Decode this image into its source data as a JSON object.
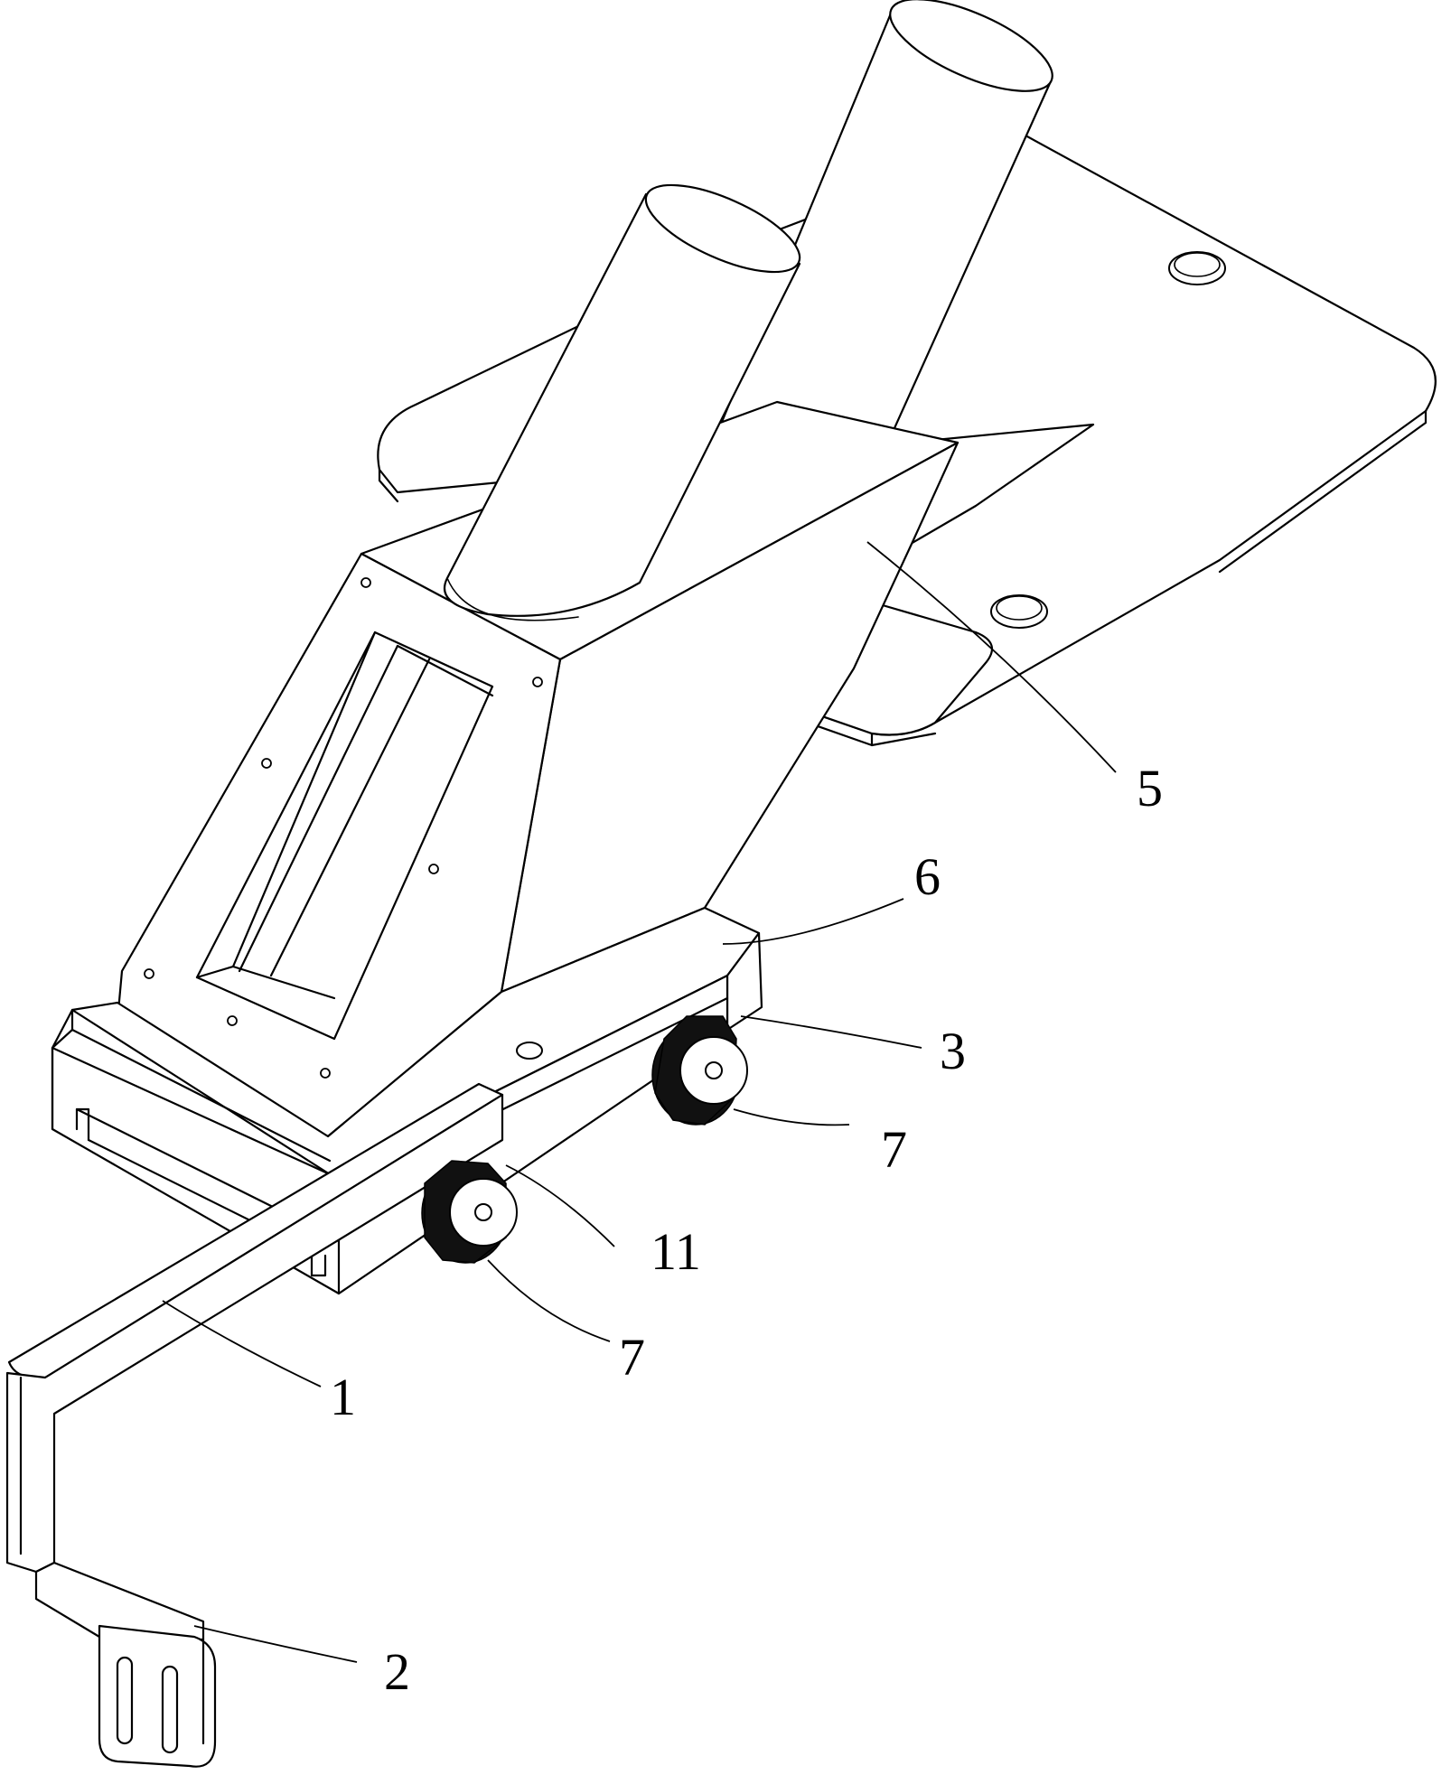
{
  "callouts": [
    {
      "key": "label_5",
      "text": "5"
    },
    {
      "key": "label_6",
      "text": "6"
    },
    {
      "key": "label_3",
      "text": "3"
    },
    {
      "key": "label_7a",
      "text": "7"
    },
    {
      "key": "label_11",
      "text": "11"
    },
    {
      "key": "label_7b",
      "text": "7"
    },
    {
      "key": "label_1",
      "text": "1"
    },
    {
      "key": "label_2",
      "text": "2"
    }
  ],
  "colors": {
    "line": "#000000",
    "background": "#ffffff",
    "gear_fill": "#111111"
  }
}
